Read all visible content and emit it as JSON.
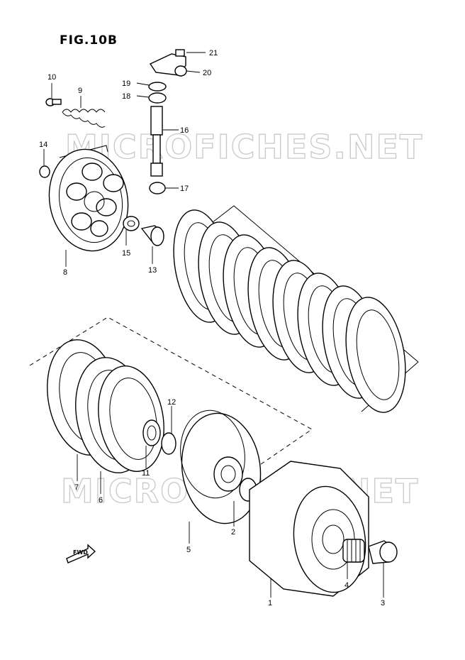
{
  "figure": {
    "title": "FIG.10B"
  },
  "watermarks": [
    "MICROFICHES.NET",
    "MICROFICHES.NET"
  ],
  "direction_marker": {
    "label": "FWD"
  },
  "callouts": [
    {
      "id": "c21",
      "label": "21"
    },
    {
      "id": "c20",
      "label": "20"
    },
    {
      "id": "c19",
      "label": "19"
    },
    {
      "id": "c18",
      "label": "18"
    },
    {
      "id": "c16",
      "label": "16"
    },
    {
      "id": "c17",
      "label": "17"
    },
    {
      "id": "c10",
      "label": "10"
    },
    {
      "id": "c9",
      "label": "9"
    },
    {
      "id": "c14",
      "label": "14"
    },
    {
      "id": "c15",
      "label": "15"
    },
    {
      "id": "c13",
      "label": "13"
    },
    {
      "id": "c8",
      "label": "8"
    },
    {
      "id": "c12",
      "label": "12"
    },
    {
      "id": "c11",
      "label": "11"
    },
    {
      "id": "c7",
      "label": "7"
    },
    {
      "id": "c6",
      "label": "6"
    },
    {
      "id": "c5",
      "label": "5"
    },
    {
      "id": "c2",
      "label": "2"
    },
    {
      "id": "c4",
      "label": "4"
    },
    {
      "id": "c1",
      "label": "1"
    },
    {
      "id": "c3",
      "label": "3"
    }
  ]
}
